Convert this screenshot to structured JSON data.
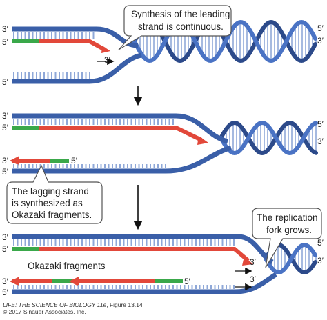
{
  "panels": [
    {
      "callout": [
        "Synthesis of the leading",
        "strand is continuous."
      ],
      "labels": {
        "top_3prime": "3′",
        "top_5prime": "5′",
        "bottom_5prime": "5′",
        "right_top_5prime": "5′",
        "right_bottom_3prime": "3′",
        "new_strand_3prime": "3′"
      }
    },
    {
      "labels": {
        "top_3prime": "3′",
        "top_5prime": "5′",
        "lagging_3prime": "3′",
        "lagging_5prime": "5′",
        "bottom_5prime": "5′",
        "right_top_5prime": "5′",
        "right_bottom_3prime": "3′"
      },
      "callout": [
        "The lagging strand",
        "is synthesized as",
        "Okazaki fragments."
      ]
    },
    {
      "labels": {
        "top_3prime": "3′",
        "top_5prime": "5′",
        "lagging_3prime": "3′",
        "lagging_5prime": "5′",
        "bottom_5prime": "5′",
        "leading_3prime": "3′",
        "lagging_end_3prime": "3′",
        "right_top_5prime": "5′",
        "right_bottom_3prime": "3′"
      },
      "okazaki_label": "Okazaki fragments",
      "callout": [
        "The replication",
        "fork grows."
      ]
    }
  ],
  "caption": {
    "book_title": "LIFE: THE SCIENCE OF BIOLOGY 11e",
    "figure": ", Figure 13.14",
    "copyright": "© 2017 Sinauer Associates, Inc."
  },
  "colors": {
    "template_strand": "#3a5fa8",
    "rungs": "#8fa8d8",
    "primer_rna": "#3aa84a",
    "new_dna": "#e2483a",
    "callout_border": "#555555"
  }
}
